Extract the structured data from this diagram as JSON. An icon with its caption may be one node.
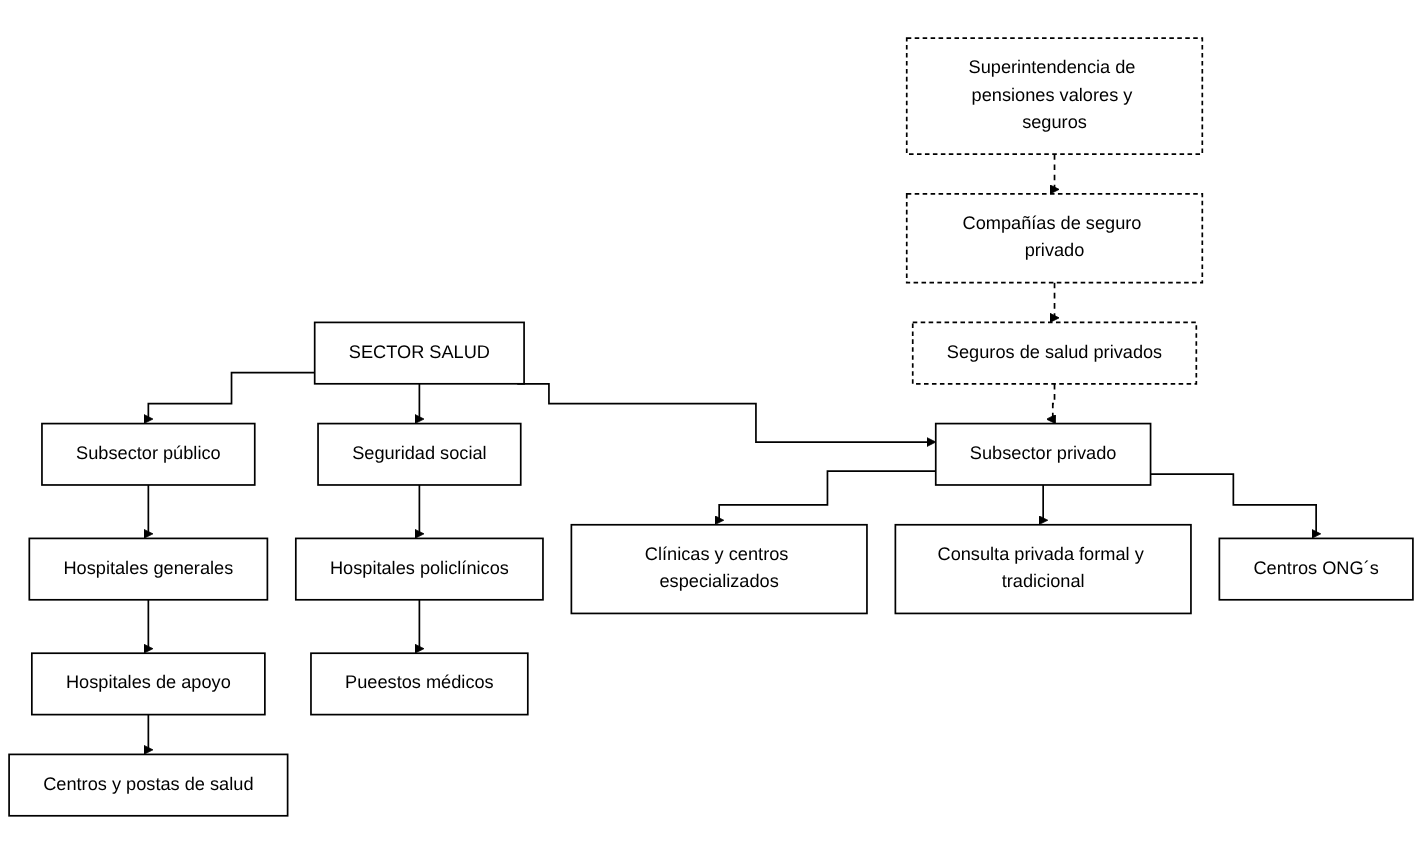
{
  "diagram": {
    "nodes": [
      {
        "text": [
          "SECTOR SALUD"
        ]
      },
      {
        "text": [
          "Subsector público"
        ]
      },
      {
        "text": [
          "Seguridad social"
        ]
      },
      {
        "text": [
          "Subsector privado"
        ]
      },
      {
        "text": [
          "Seguros de salud privados"
        ]
      },
      {
        "text": [
          "Hospitales generales"
        ]
      },
      {
        "text": [
          "Hospitales de apoyo"
        ]
      },
      {
        "text": [
          "Centros y postas de salud"
        ]
      },
      {
        "text": [
          "Hospitales policlínicos"
        ]
      },
      {
        "text": [
          "Pueestos médicos"
        ]
      },
      {
        "text": [
          "Clínicas y centros especializados"
        ]
      },
      {
        "text": [
          "Consulta privada formal y tradicional"
        ]
      },
      {
        "text": [
          "Centros ONG´s"
        ]
      },
      {
        "text": [
          "Compañías de seguro privado"
        ]
      },
      {
        "text": [
          "Superintendencia de pensiones valores y seguros"
        ]
      }
    ],
    "edges": [
      {
        "from": 0,
        "to": 1,
        "arrow": "to"
      },
      {
        "from": 0,
        "to": 2,
        "arrow": "to"
      },
      {
        "from": 0,
        "to": 3,
        "arrow": "to"
      },
      {
        "from": 4,
        "to": 3,
        "arrow": "to",
        "style": "dashed"
      },
      {
        "from": 1,
        "to": 5,
        "arrow": "to"
      },
      {
        "from": 5,
        "to": 6,
        "arrow": "to"
      },
      {
        "from": 6,
        "to": 7,
        "arrow": "to"
      },
      {
        "from": 2,
        "to": 8,
        "arrow": "to"
      },
      {
        "from": 8,
        "to": 9,
        "arrow": "to"
      },
      {
        "from": 3,
        "to": 10,
        "arrow": "to"
      },
      {
        "from": 3,
        "to": 11,
        "arrow": "to"
      },
      {
        "from": 3,
        "to": 12,
        "arrow": "to"
      },
      {
        "from": 13,
        "to": 4,
        "arrow": "to",
        "style": "dashed"
      },
      {
        "from": 14,
        "to": 13,
        "arrow": "to",
        "style": "dashed"
      }
    ]
  }
}
